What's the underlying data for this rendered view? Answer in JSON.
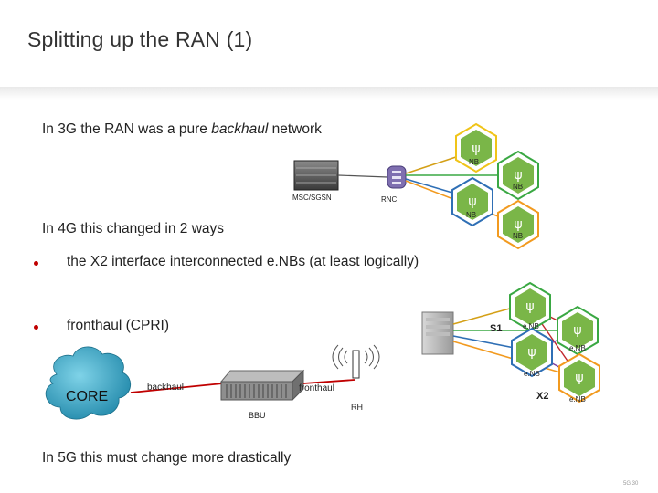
{
  "slide": {
    "title": "Splitting up the RAN (1)",
    "line1_pre": "In 3G the RAN was a pure ",
    "line1_em": "backhaul",
    "line1_post": " network",
    "line2": "In 4G this changed in 2 ways",
    "bullet1": "the X2 interface interconnected e.NBs (at least logically)",
    "bullet2": "fronthaul (CPRI)",
    "line3": "In 5G this must change more drastically",
    "footer": "5G    30"
  },
  "diagram3g": {
    "msc_label": "MSC/SGSN",
    "rnc_label": "RNC",
    "nb_labels": [
      "NB",
      "NB",
      "NB",
      "NB"
    ]
  },
  "diagram4g": {
    "s1_label": "S1",
    "x2_label": "X2",
    "enb_labels": [
      "e.NB",
      "e.NB",
      "e.NB",
      "e.NB"
    ]
  },
  "diagramFront": {
    "core_label": "CORE",
    "backhaul_label": "backhaul",
    "fronthaul_label": "fronthaul",
    "bbu_label": "BBU",
    "rh_label": "RH"
  },
  "colors": {
    "accent_red": "#c00000",
    "hex_green": "#7ab648",
    "ring_yellow": "#f0c419",
    "ring_green": "#4caf50",
    "ring_blue": "#2f6fb5",
    "ring_orange": "#f29a1f",
    "ring_purple": "#7b3fa0",
    "ring_red": "#c0282d",
    "core_cloud": "#2a9fbf"
  }
}
